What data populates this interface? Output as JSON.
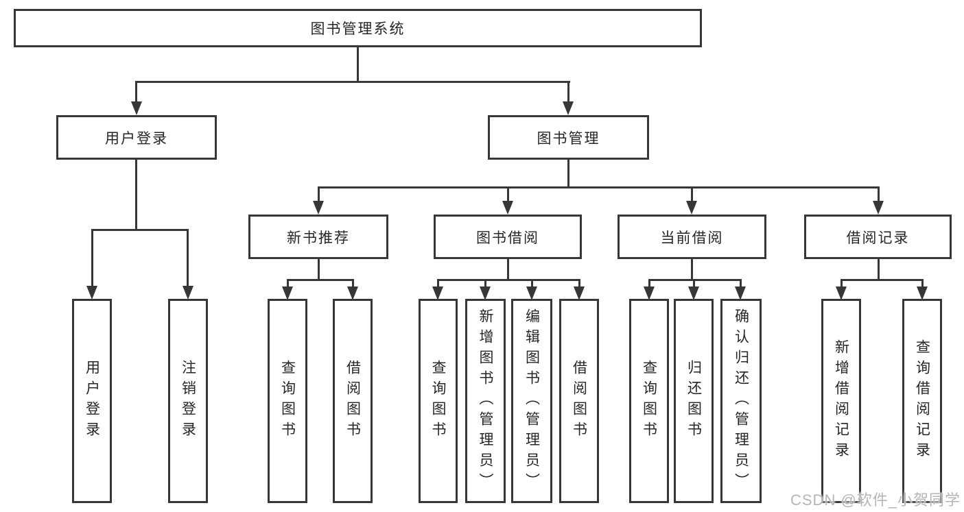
{
  "diagram": {
    "root": {
      "label": "图书管理系统"
    },
    "level2": [
      {
        "label": "用户登录"
      },
      {
        "label": "图书管理"
      }
    ],
    "level3": [
      {
        "label": "新书推荐"
      },
      {
        "label": "图书借阅"
      },
      {
        "label": "当前借阅"
      },
      {
        "label": "借阅记录"
      }
    ],
    "leaves": [
      {
        "label": "用户登录"
      },
      {
        "label": "注销登录"
      },
      {
        "label": "查询图书"
      },
      {
        "label": "借阅图书"
      },
      {
        "label": "查询图书"
      },
      {
        "label": "新增图书（管理员）"
      },
      {
        "label": "编辑图书（管理员）"
      },
      {
        "label": "借阅图书"
      },
      {
        "label": "查询图书"
      },
      {
        "label": "归还图书"
      },
      {
        "label": "确认归还（管理员）"
      },
      {
        "label": "新增借阅记录"
      },
      {
        "label": "查询借阅记录"
      }
    ],
    "line_color": "#373737",
    "background_color": "#ffffff"
  },
  "watermark": {
    "text": "CSDN @软件_小贺同学"
  }
}
